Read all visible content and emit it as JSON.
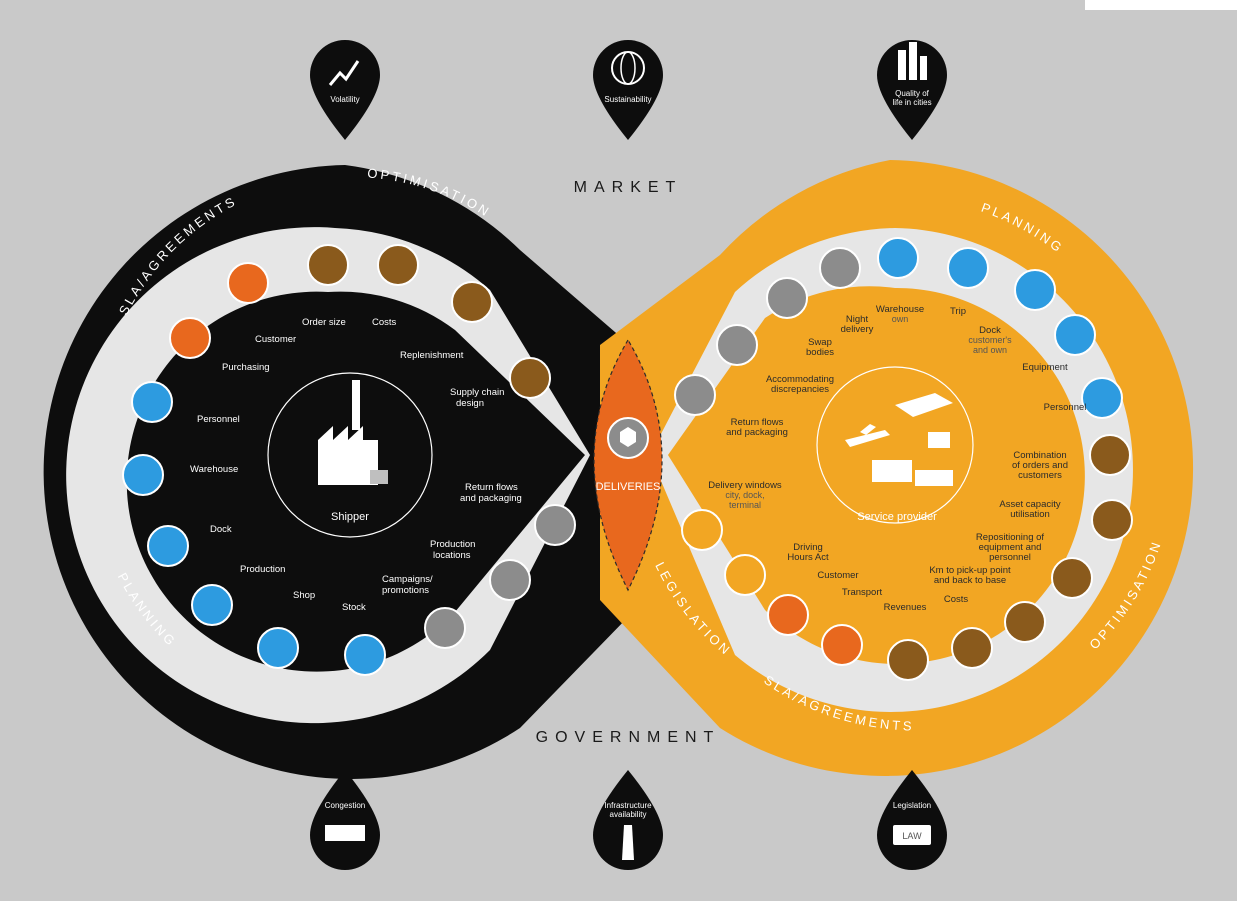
{
  "header": {
    "market": "MARKET"
  },
  "footer": {
    "government": "GOVERNMENT"
  },
  "market_pins": [
    {
      "label": "Volatility",
      "icon": "volatility-icon"
    },
    {
      "label": "Sustainability",
      "icon": "globe-icon"
    },
    {
      "label": "Quality of life in cities",
      "icon": "city-icon"
    }
  ],
  "government_pins": [
    {
      "label": "Congestion",
      "icon": "trucks-icon"
    },
    {
      "label": "Infrastructure availability",
      "icon": "road-icon"
    },
    {
      "label": "Legislation",
      "icon": "law-book-icon"
    }
  ],
  "shipper": {
    "center_label": "Shipper",
    "center_icon": "factory-icon",
    "ring_top_left": "SLA/AGREEMENTS",
    "ring_top_right": "OPTIMISATION",
    "ring_bottom": "PLANNING",
    "items": [
      "Order size",
      "Costs",
      "Customer",
      "Replenishment",
      "Purchasing",
      "Supply chain design",
      "Personnel",
      "Warehouse",
      "Return flows and packaging",
      "Dock",
      "Production locations",
      "Production",
      "Campaigns/ promotions",
      "Shop",
      "Stock"
    ]
  },
  "provider": {
    "center_label": "Service provider",
    "center_icon": "vehicles-icon",
    "ring_top": "PLANNING",
    "ring_left": "LEGISLATION",
    "ring_bottom": "SLA/AGREEMENTS",
    "ring_right": "OPTIMISATION",
    "items": [
      {
        "main": "Warehouse",
        "sub": "own"
      },
      {
        "main": "Night delivery",
        "sub": ""
      },
      {
        "main": "Trip",
        "sub": ""
      },
      {
        "main": "Dock",
        "sub": "customer's and own"
      },
      {
        "main": "Swap bodies",
        "sub": ""
      },
      {
        "main": "Equipment",
        "sub": ""
      },
      {
        "main": "Accommodating discrepancies",
        "sub": ""
      },
      {
        "main": "Personnel",
        "sub": ""
      },
      {
        "main": "Return flows and packaging",
        "sub": ""
      },
      {
        "main": "Combination of orders and customers",
        "sub": ""
      },
      {
        "main": "Delivery windows",
        "sub": "city, dock, terminal"
      },
      {
        "main": "Asset capacity utilisation",
        "sub": ""
      },
      {
        "main": "Repositioning of equipment and personnel",
        "sub": ""
      },
      {
        "main": "Driving Hours Act",
        "sub": ""
      },
      {
        "main": "Km to pick-up point and back to base",
        "sub": ""
      },
      {
        "main": "Customer",
        "sub": ""
      },
      {
        "main": "Transport",
        "sub": ""
      },
      {
        "main": "Costs",
        "sub": ""
      },
      {
        "main": "Revenues",
        "sub": ""
      }
    ]
  },
  "center": {
    "label": "DELIVERIES",
    "icon": "package-icon"
  },
  "colors": {
    "black": "#0d0d0d",
    "orange": "#f2a623",
    "deep_orange": "#e8681e",
    "ring_grey": "#e6e6e6",
    "brown": "#8a5a1c",
    "blue": "#2d9be0"
  }
}
